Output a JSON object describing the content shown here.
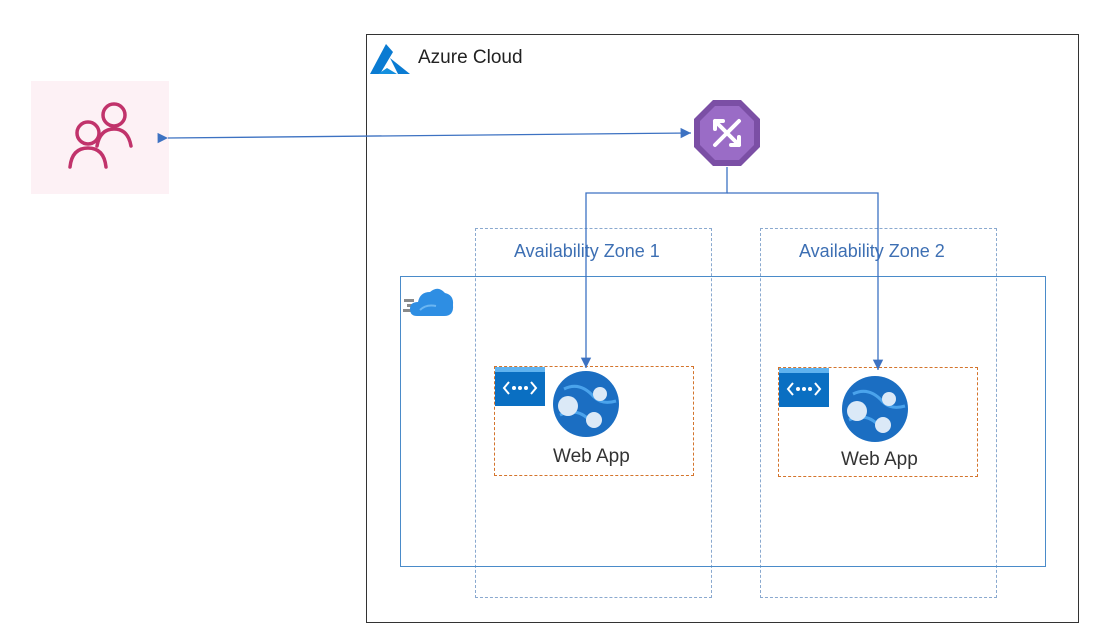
{
  "diagram": {
    "container_title": "Azure Cloud",
    "zones": [
      {
        "label": "Availability Zone 1"
      },
      {
        "label": "Availability Zone 2"
      }
    ],
    "apps": [
      {
        "label": "Web App"
      },
      {
        "label": "Web App"
      }
    ],
    "icons": {
      "users": "users-icon",
      "azure": "azure-logo-icon",
      "front_door": "front-door-icon",
      "vnet": "cloud-icon",
      "app_service_plan": "app-service-endpoint-icon",
      "web_app": "web-app-icon"
    },
    "colors": {
      "users": "#c1336b",
      "azure": "#0a7bd2",
      "front_door": "#7b4fa5",
      "connector": "#3d72c2",
      "zone_border": "#8aa9cf",
      "vnet_border": "#4a8bc9",
      "app_border": "#d4742c"
    }
  }
}
